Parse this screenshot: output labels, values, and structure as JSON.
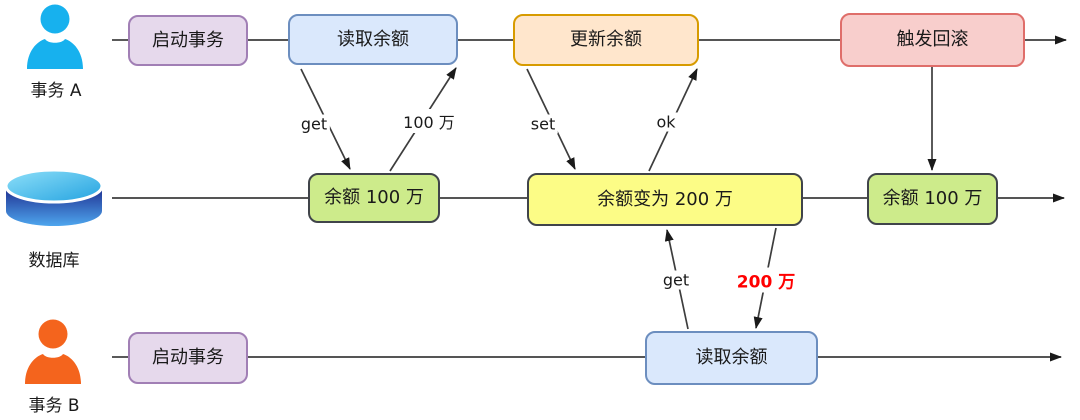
{
  "lanes": {
    "transaction_a": {
      "label": "事务 A",
      "icon": "person-icon",
      "icon_color": "#17B1EE"
    },
    "database": {
      "label": "数据库",
      "icon": "database-icon"
    },
    "transaction_b": {
      "label": "事务 B",
      "icon": "person-icon",
      "icon_color": "#F4641D"
    }
  },
  "nodes": {
    "a_start": {
      "label": "启动事务",
      "color": "purple"
    },
    "a_read": {
      "label": "读取余额",
      "color": "blue"
    },
    "a_update": {
      "label": "更新余额",
      "color": "orange"
    },
    "a_rollback": {
      "label": "触发回滚",
      "color": "pink"
    },
    "db_balance_100": {
      "label": "余额 100 万",
      "color": "green"
    },
    "db_balance_200": {
      "label": "余额变为 200 万",
      "color": "yellow"
    },
    "db_balance_100_after": {
      "label": "余额 100 万",
      "color": "green"
    },
    "b_start": {
      "label": "启动事务",
      "color": "purple"
    },
    "b_read": {
      "label": "读取余额",
      "color": "blue"
    }
  },
  "edge_labels": {
    "a_get": "get",
    "a_result": "100 万",
    "a_set": "set",
    "a_ok": "ok",
    "b_get": "get",
    "b_result": "200 万"
  },
  "palette": {
    "purple_fill": "#E6D9EC",
    "purple_stroke": "#A17FB5",
    "blue_fill": "#DAE8FC",
    "blue_stroke": "#6C8EBF",
    "orange_fill": "#FFE6CC",
    "orange_stroke": "#D79B00",
    "pink_fill": "#F8CECC",
    "pink_stroke": "#DF6E6A",
    "green_fill": "#CDEB8B",
    "green_stroke": "#40444A",
    "yellow_fill": "#FCFC86",
    "yellow_stroke": "#40444A",
    "person_a_color": "#17B1EE",
    "person_b_color": "#F4641D",
    "highlight_red": "#FF0000",
    "line_color": "#3D3D3D"
  }
}
